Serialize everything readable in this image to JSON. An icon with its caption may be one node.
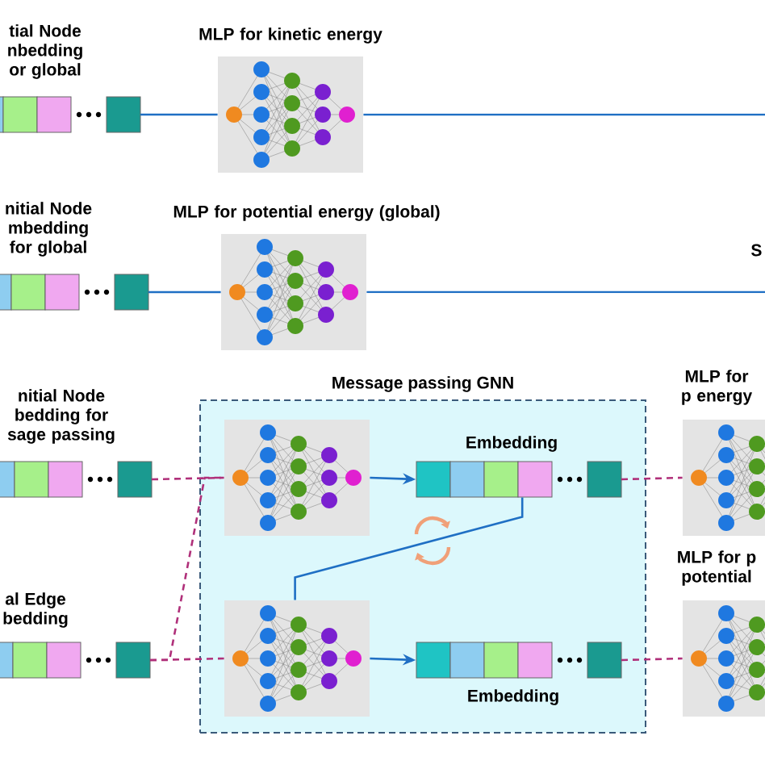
{
  "diagram": {
    "nodes": [
      {
        "text": [
          "tial Node nbedding or global"
        ]
      },
      {
        "text": [
          "MLP for kinetic energy"
        ]
      },
      {
        "text": [
          "nitial Node mbedding for global"
        ]
      },
      {
        "text": [
          "MLP for potential energy (global)"
        ]
      },
      {
        "text": [
          "nitial Node bedding for sage passing"
        ]
      },
      {
        "text": [
          "Message passing GNN"
        ]
      },
      {
        "text": [],
        "shape": "box",
        "in": 5
      },
      {
        "text": [
          "Embedding"
        ],
        "in": 5
      },
      {
        "text": [
          "MLP for p energy"
        ]
      },
      {
        "text": [
          "al Edge bedding"
        ]
      },
      {
        "text": [],
        "shape": "box",
        "in": 5
      },
      {
        "text": [
          "Embedding"
        ],
        "in": 5
      },
      {
        "text": [
          "MLP for p potential"
        ]
      }
    ],
    "edges": [
      {
        "from": 0,
        "to": 1,
        "arrow": "none"
      },
      {
        "from": 1,
        "to": null,
        "arrow": "none"
      },
      {
        "from": 2,
        "to": 3,
        "arrow": "none"
      },
      {
        "from": 3,
        "to": null,
        "arrow": "none"
      },
      {
        "from": 4,
        "to": 6,
        "arrow": "none",
        "style": "dashed",
        "color": "#b0307a"
      },
      {
        "from": 6,
        "to": 7,
        "arrow": "to"
      },
      {
        "from": 7,
        "to": 8,
        "arrow": "none",
        "style": "dashed",
        "color": "#b0307a"
      },
      {
        "from": 9,
        "to": 6,
        "arrow": "none",
        "style": "dashed",
        "color": "#b0307a"
      },
      {
        "from": 9,
        "to": 10,
        "arrow": "none",
        "style": "dashed",
        "color": "#b0307a"
      },
      {
        "from": 10,
        "to": 11,
        "arrow": "to"
      },
      {
        "from": 11,
        "to": 12,
        "arrow": "none",
        "style": "dashed",
        "color": "#b0307a"
      },
      {
        "from": 7,
        "to": 10,
        "arrow": "none"
      }
    ],
    "labels": [
      "S"
    ]
  }
}
